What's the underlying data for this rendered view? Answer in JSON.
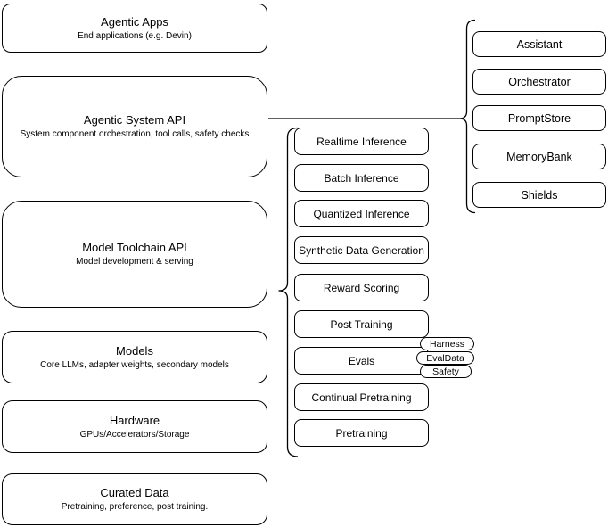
{
  "left_stack": [
    {
      "title": "Agentic Apps",
      "subtitle": "End applications (e.g. Devin)"
    },
    {
      "title": "Agentic System API",
      "subtitle": "System component orchestration, tool calls, safety checks"
    },
    {
      "title": "Model Toolchain API",
      "subtitle": "Model development & serving"
    },
    {
      "title": "Models",
      "subtitle": "Core LLMs, adapter weights, secondary models"
    },
    {
      "title": "Hardware",
      "subtitle": "GPUs/Accelerators/Storage"
    },
    {
      "title": "Curated Data",
      "subtitle": "Pretraining, preference, post training."
    }
  ],
  "toolchain": {
    "items": [
      "Realtime Inference",
      "Batch Inference",
      "Quantized Inference",
      "Synthetic Data Generation",
      "Reward Scoring",
      "Post Training",
      "Evals",
      "Continual Pretraining",
      "Pretraining"
    ]
  },
  "evals_tags": [
    "Harness",
    "EvalData",
    "Safety"
  ],
  "system_components": {
    "items": [
      "Assistant",
      "Orchestrator",
      "PromptStore",
      "MemoryBank",
      "Shields"
    ]
  },
  "colors": {
    "stroke": "#000000",
    "background": "#ffffff"
  }
}
